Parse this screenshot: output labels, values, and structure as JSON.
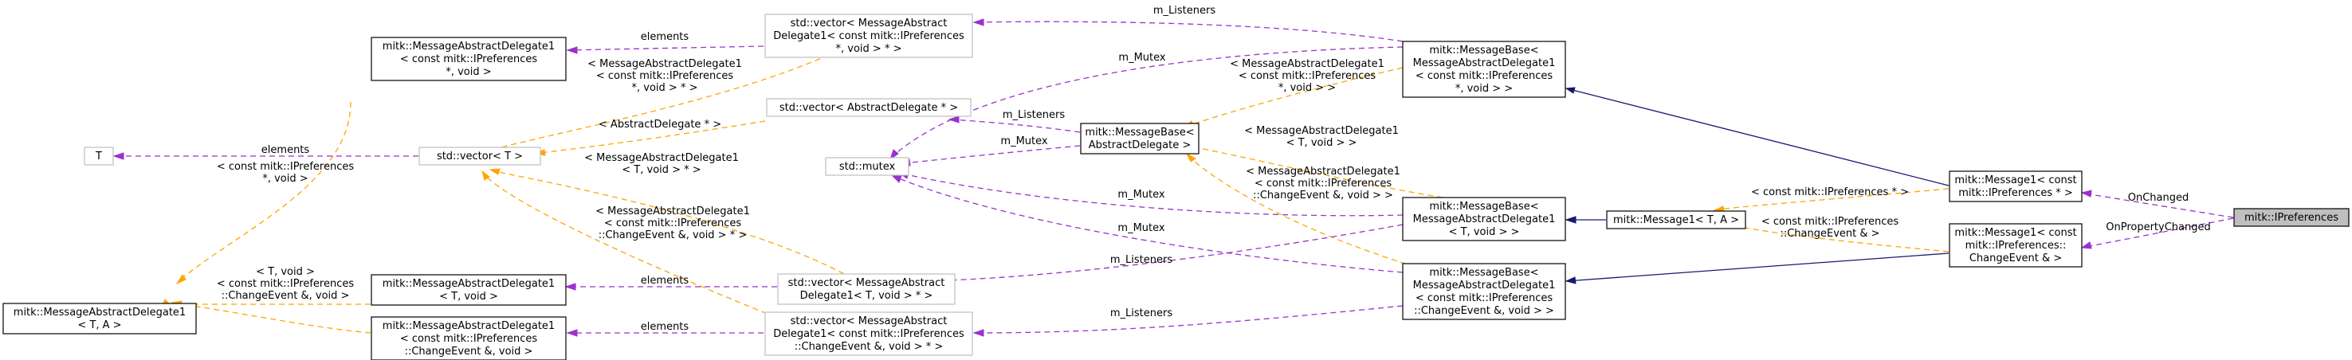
{
  "nodes": {
    "t": {
      "lines": [
        "T"
      ],
      "style": "grey"
    },
    "mad1_TA": {
      "lines": [
        "mitk::MessageAbstractDelegate1",
        "< T, A >"
      ],
      "style": "black"
    },
    "mad1_prefs_void": {
      "lines": [
        "mitk::MessageAbstractDelegate1",
        "< const mitk::IPreferences",
        "*, void >"
      ],
      "style": "black"
    },
    "mad1_T_void": {
      "lines": [
        "mitk::MessageAbstractDelegate1",
        "< T, void >"
      ],
      "style": "black"
    },
    "mad1_change_void": {
      "lines": [
        "mitk::MessageAbstractDelegate1",
        "< const mitk::IPreferences",
        "::ChangeEvent &, void >"
      ],
      "style": "black"
    },
    "vec_T": {
      "lines": [
        "std::vector< T >"
      ],
      "style": "grey"
    },
    "vec_mad1_prefs": {
      "lines": [
        "std::vector< MessageAbstract",
        "Delegate1< const mitk::IPreferences",
        "*, void > * >"
      ],
      "style": "grey"
    },
    "vec_ad": {
      "lines": [
        "std::vector< AbstractDelegate * >"
      ],
      "style": "grey"
    },
    "mutex": {
      "lines": [
        "std::mutex"
      ],
      "style": "grey"
    },
    "vec_mad1_T": {
      "lines": [
        "std::vector< MessageAbstract",
        "Delegate1< T, void > * >"
      ],
      "style": "grey"
    },
    "vec_mad1_change": {
      "lines": [
        "std::vector< MessageAbstract",
        "Delegate1< const mitk::IPreferences",
        "::ChangeEvent &, void > * >"
      ],
      "style": "grey"
    },
    "mb_ad": {
      "lines": [
        "mitk::MessageBase<",
        "AbstractDelegate >"
      ],
      "style": "black"
    },
    "mb_prefs": {
      "lines": [
        "mitk::MessageBase<",
        "MessageAbstractDelegate1",
        "< const mitk::IPreferences",
        "*, void > >"
      ],
      "style": "black"
    },
    "mb_T": {
      "lines": [
        "mitk::MessageBase<",
        "MessageAbstractDelegate1",
        "< T, void > >"
      ],
      "style": "black"
    },
    "mb_change": {
      "lines": [
        "mitk::MessageBase<",
        "MessageAbstractDelegate1",
        "< const mitk::IPreferences",
        "::ChangeEvent &, void > >"
      ],
      "style": "black"
    },
    "msg1_TA": {
      "lines": [
        "mitk::Message1< T, A >"
      ],
      "style": "black"
    },
    "msg1_prefs": {
      "lines": [
        "mitk::Message1< const",
        "mitk::IPreferences * >"
      ],
      "style": "black"
    },
    "msg1_change": {
      "lines": [
        "mitk::Message1< const",
        "mitk::IPreferences::",
        "ChangeEvent & >"
      ],
      "style": "black"
    },
    "ipreferences": {
      "lines": [
        "mitk::IPreferences"
      ],
      "style": "focus"
    }
  },
  "edge_labels": {
    "elements_1": [
      "elements"
    ],
    "m_listeners_1": [
      "m_Listeners"
    ],
    "tmpl_vec_prefs": [
      "< MessageAbstractDelegate1",
      "< const mitk::IPreferences",
      "*, void > * >"
    ],
    "m_mutex_1": [
      "m_Mutex"
    ],
    "tmpl_mb_prefs": [
      "< MessageAbstractDelegate1",
      "< const mitk::IPreferences",
      "*, void > >"
    ],
    "tmpl_vec_ad": [
      "< AbstractDelegate * >"
    ],
    "m_listeners_2": [
      "m_Listeners"
    ],
    "elements_T": [
      "elements"
    ],
    "tmpl_mad1_prefs_void": [
      "< const mitk::IPreferences",
      "*, void >"
    ],
    "m_mutex_2": [
      "m_Mutex"
    ],
    "tmpl_vec_T_void": [
      "< MessageAbstractDelegate1",
      "< T, void > * >"
    ],
    "tmpl_mb_T": [
      "< MessageAbstractDelegate1",
      "< T, void > >"
    ],
    "m_mutex_3": [
      "m_Mutex"
    ],
    "tmpl_msg1_prefs": [
      "< const mitk::IPreferences * >"
    ],
    "tmpl_vec_change": [
      "< MessageAbstractDelegate1",
      "< const mitk::IPreferences",
      "::ChangeEvent &, void > * >"
    ],
    "tmpl_mb_change": [
      "< MessageAbstractDelegate1",
      "< const mitk::IPreferences",
      "::ChangeEvent &, void > >"
    ],
    "m_mutex_4": [
      "m_Mutex"
    ],
    "tmpl_msg1_change": [
      "< const mitk::IPreferences",
      "::ChangeEvent & >"
    ],
    "tmpl_T_void": [
      "< T, void >"
    ],
    "elements_2": [
      "elements"
    ],
    "m_listeners_3": [
      "m_Listeners"
    ],
    "tmpl_change_void": [
      "< const mitk::IPreferences",
      "::ChangeEvent &, void >"
    ],
    "elements_3": [
      "elements"
    ],
    "m_listeners_4": [
      "m_Listeners"
    ],
    "on_changed": [
      "OnChanged"
    ],
    "on_property_changed": [
      "OnPropertyChanged"
    ]
  },
  "legend": {
    "inherit_color": "#191970",
    "usage_color": "#9a32cd",
    "template_color": "#ffa500"
  }
}
